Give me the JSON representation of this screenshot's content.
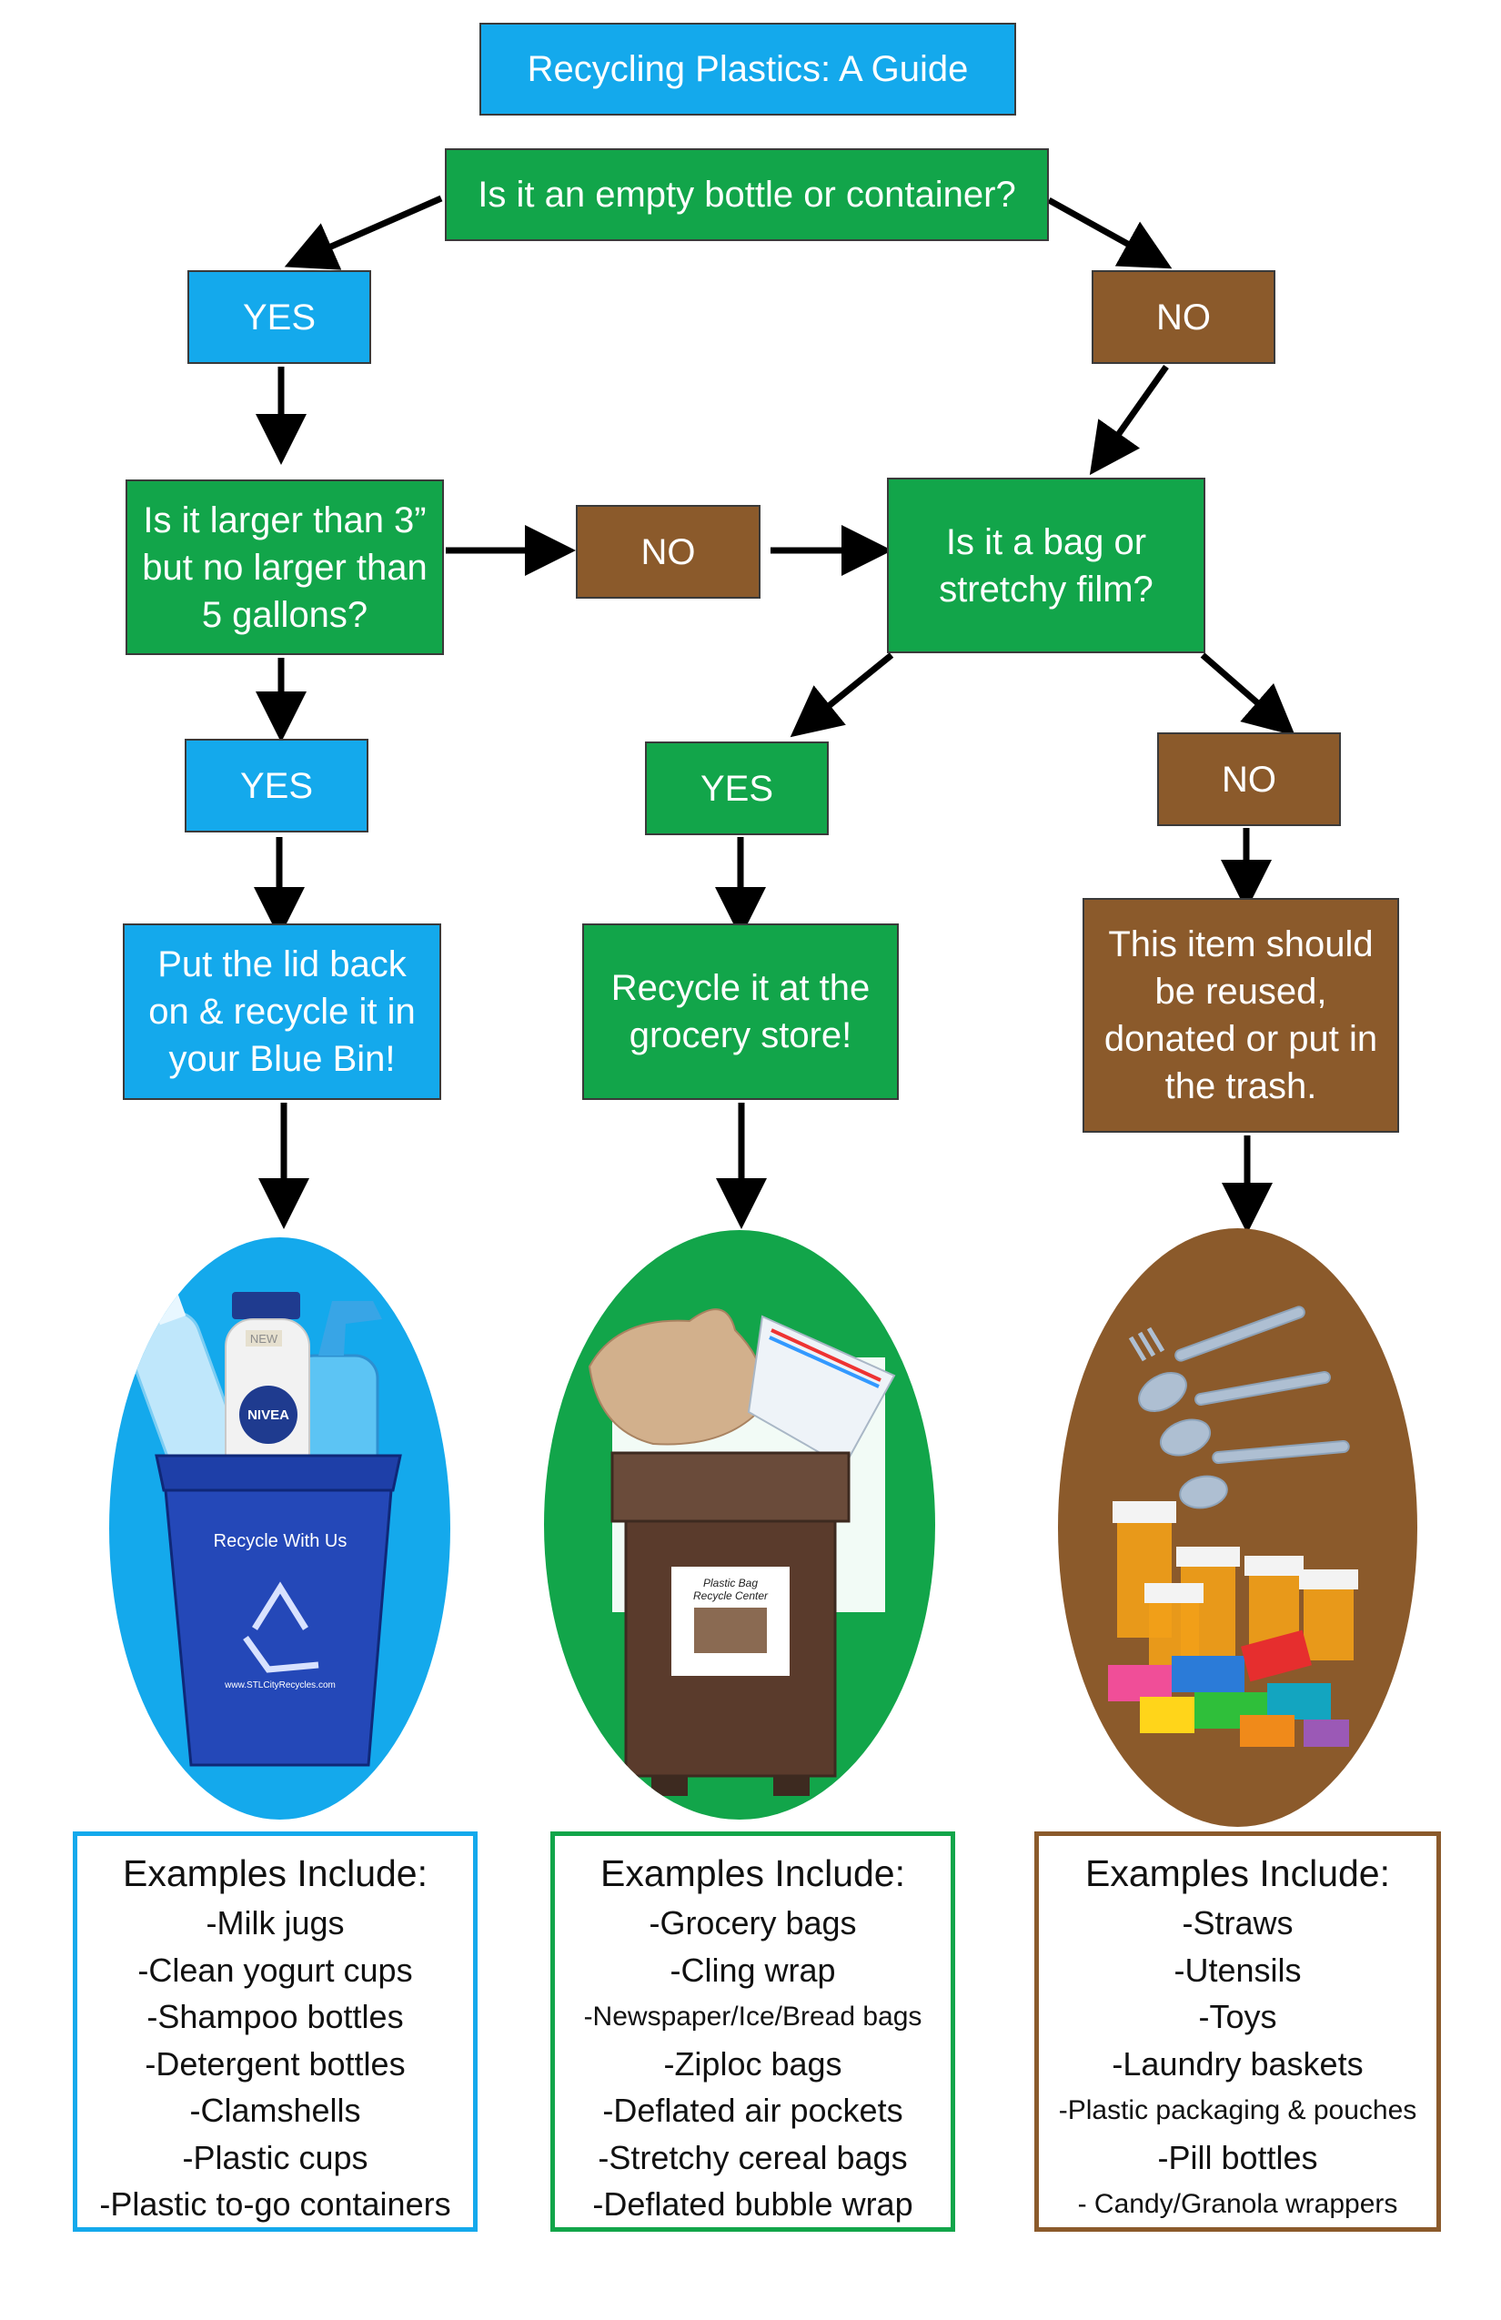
{
  "title": "Recycling Plastics: A Guide",
  "question_container": "Is it an empty bottle or container?",
  "answer_yes_1": "YES",
  "answer_no_1": "NO",
  "question_size": [
    "Is it larger than 3”",
    "but no larger than",
    "5 gallons?"
  ],
  "answer_no_size": "NO",
  "question_bag": [
    "Is it a bag or",
    "stretchy film?"
  ],
  "answer_yes_size": "YES",
  "answer_yes_bag": "YES",
  "answer_no_bag": "NO",
  "result_blue_bin": [
    "Put the lid back",
    "on & recycle it in",
    "your Blue Bin!"
  ],
  "result_grocery": [
    "Recycle it at the",
    "grocery store!"
  ],
  "result_trash": [
    "This item should",
    "be reused,",
    "donated or put in",
    "the trash."
  ],
  "images": {
    "blue_bin": {
      "bin_text": "Recycle With Us",
      "bin_url": "www.STLCityRecycles.com",
      "bottle_brand": "NIVEA",
      "bottle_tag": "NEW"
    },
    "grocery": {
      "sign_text": [
        "Plastic Bag",
        "Recycle Center"
      ]
    },
    "trash": {}
  },
  "examples": {
    "blue": {
      "title": "Examples Include:",
      "items": [
        "-Milk jugs",
        "-Clean yogurt cups",
        "-Shampoo bottles",
        "-Detergent bottles",
        "-Clamshells",
        "-Plastic cups",
        "-Plastic to-go containers"
      ]
    },
    "green": {
      "title": "Examples Include:",
      "items": [
        "-Grocery bags",
        "-Cling wrap",
        "-Newspaper/Ice/Bread bags",
        "-Ziploc bags",
        "-Deflated air pockets",
        "-Stretchy cereal bags",
        "-Deflated bubble wrap"
      ]
    },
    "brown": {
      "title": "Examples Include:",
      "items": [
        "-Straws",
        "-Utensils",
        "-Toys",
        "-Laundry baskets",
        "-Plastic packaging & pouches",
        "-Pill bottles",
        "- Candy/Granola wrappers"
      ]
    }
  },
  "colors": {
    "blue": "#14a9ec",
    "green": "#12a54a",
    "brown": "#8b5a2b",
    "arrow": "#000000"
  }
}
